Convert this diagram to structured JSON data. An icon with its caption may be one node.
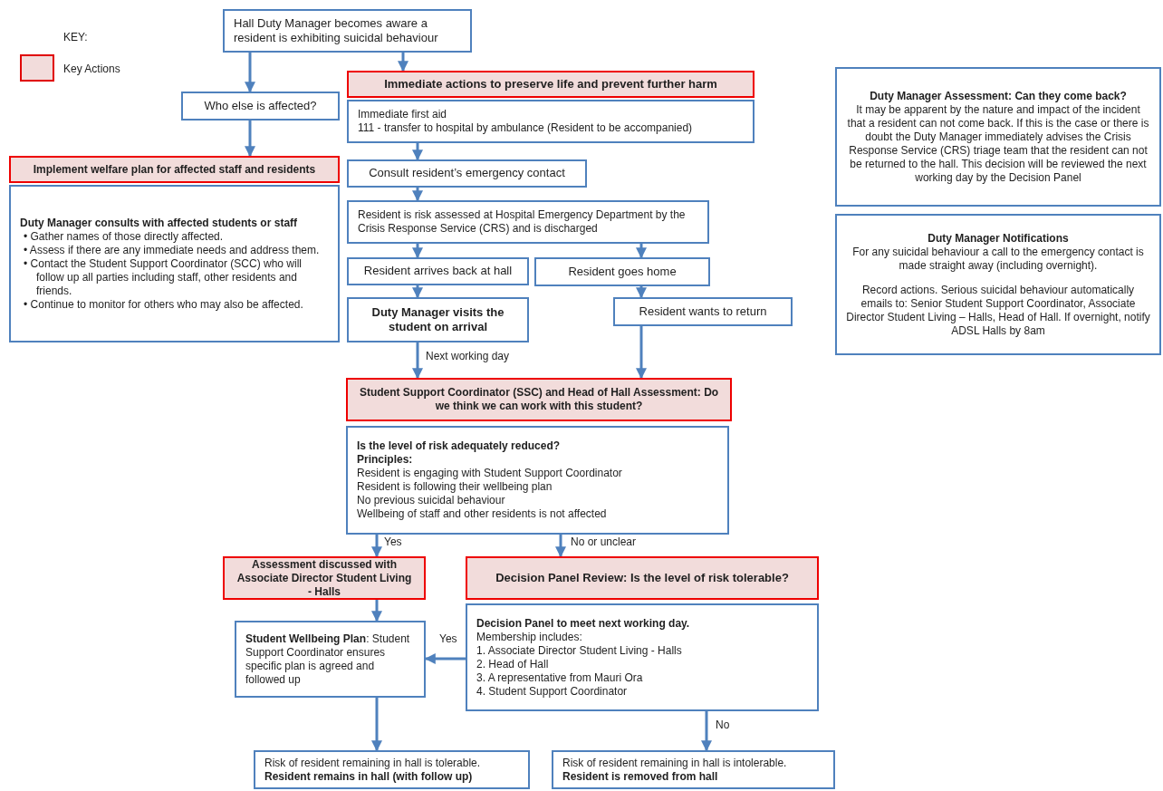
{
  "diagram": {
    "nodes": [
      {
        "text": [
          "Hall Duty Manager becomes aware a resident is exhibiting suicidal behaviour"
        ]
      },
      {
        "text": [
          "Who else is affected?"
        ]
      },
      {
        "text": [
          "Implement welfare plan for affected staff and residents"
        ]
      },
      {
        "text": [
          "Duty Manager consults with affected students or staff",
          "• Gather names of those directly affected.",
          "• Assess if there are any immediate needs and address them.",
          "• Contact the Student Support Coordinator (SCC) who will follow up all parties including staff, other residents and friends.",
          "• Continue to monitor for others who may also be affected."
        ]
      },
      {
        "text": [
          "Immediate actions to preserve life and prevent further harm"
        ]
      },
      {
        "text": [
          "Immediate first aid",
          "111 - transfer to hospital by ambulance (Resident to be accompanied)"
        ]
      },
      {
        "text": [
          "Consult resident’s emergency contact"
        ]
      },
      {
        "text": [
          "Resident is risk assessed at Hospital Emergency Department by the Crisis Response Service (CRS) and is discharged"
        ]
      },
      {
        "text": [
          "Resident arrives back at hall"
        ]
      },
      {
        "text": [
          "Resident goes home"
        ]
      },
      {
        "text": [
          "Duty Manager visits the student on arrival"
        ]
      },
      {
        "text": [
          "Resident wants to return"
        ]
      },
      {
        "text": [
          "Student Support Coordinator (SSC) and Head of Hall Assessment: Do we think we can work with this student?"
        ]
      },
      {
        "text": [
          "Is the level of risk adequately reduced?",
          "Principles:",
          "Resident is engaging with Student Support Coordinator",
          "Resident is following their wellbeing plan",
          "No previous suicidal behaviour",
          "Wellbeing of staff and other residents is not affected"
        ]
      },
      {
        "text": [
          "Assessment discussed with Associate Director Student Living - Halls"
        ]
      },
      {
        "text": [
          "Decision Panel Review: Is the level of risk tolerable?"
        ]
      },
      {
        "text": [
          "**Student Wellbeing Plan**: Student Support Coordinator ensures specific plan is agreed and followed up"
        ]
      },
      {
        "text": [
          "Decision Panel to meet next working day.",
          "Membership includes:",
          "1. Associate Director Student Living - Halls",
          "2. Head of Hall",
          "3. A representative from Mauri Ora",
          "4. Student Support Coordinator"
        ]
      },
      {
        "text": [
          "Risk of resident remaining in hall is tolerable.",
          "Resident remains in hall (with follow up)"
        ]
      },
      {
        "text": [
          "Risk of resident remaining in hall is intolerable.",
          "Resident is removed from hall"
        ]
      },
      {
        "text": [
          "Duty Manager Assessment: Can they come back?",
          "It may be apparent by the nature and impact of the incident that a resident can not come back. If this is the case or there is doubt the Duty Manager immediately advises the Crisis Response Service (CRS) triage team that the resident can not be returned to the hall. This decision will be reviewed the next working day by the Decision Panel"
        ]
      },
      {
        "text": [
          "Duty Manager Notifications",
          "For any suicidal behaviour a call to the emergency contact is made straight away (including overnight).",
          "Record actions. Serious suicidal behaviour automatically emails to: Senior Student Support Coordinator, Associate Director Student Living – Halls, Head of Hall. If overnight, notify ADSL Halls by 8am"
        ]
      }
    ],
    "edges": [
      {
        "from": 0,
        "to": 1,
        "arrow": "to"
      },
      {
        "from": 0,
        "to": 4,
        "arrow": "to"
      },
      {
        "from": 1,
        "to": 2,
        "arrow": "to"
      },
      {
        "from": 5,
        "to": 6,
        "arrow": "to"
      },
      {
        "from": 6,
        "to": 7,
        "arrow": "to"
      },
      {
        "from": 7,
        "to": 8,
        "arrow": "to"
      },
      {
        "from": 7,
        "to": 9,
        "arrow": "to"
      },
      {
        "from": 8,
        "to": 10,
        "arrow": "to"
      },
      {
        "from": 9,
        "to": 11,
        "arrow": "to"
      },
      {
        "from": 10,
        "to": 12,
        "arrow": "to",
        "label": "Next working day"
      },
      {
        "from": 11,
        "to": 12,
        "arrow": "to"
      },
      {
        "from": 13,
        "to": 14,
        "arrow": "to",
        "label": "Yes"
      },
      {
        "from": 13,
        "to": 15,
        "arrow": "to",
        "label": "No or unclear"
      },
      {
        "from": 14,
        "to": 16,
        "arrow": "to"
      },
      {
        "from": 17,
        "to": 16,
        "arrow": "to",
        "label": "Yes"
      },
      {
        "from": 16,
        "to": 18,
        "arrow": "to"
      },
      {
        "from": 17,
        "to": 19,
        "arrow": "to",
        "label": "No"
      }
    ],
    "labels": [
      "KEY:"
    ],
    "legend": [
      {
        "text": "Key Actions",
        "color": "#f2dcdb"
      }
    ]
  }
}
